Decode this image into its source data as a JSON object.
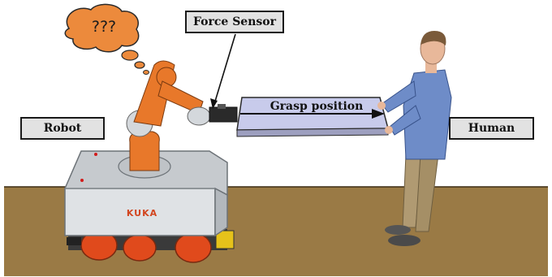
{
  "labels": {
    "robot": "Robot",
    "force_sensor": "Force Sensor",
    "human": "Human",
    "grasp_position": "Grasp position",
    "thought": "???",
    "brand": "KUKA"
  },
  "colors": {
    "floor": "#9a7a45",
    "wall": "#ffffff",
    "robot_orange": "#e8782a",
    "robot_silver": "#d4d8dc",
    "platform": "#c9cdd1",
    "wheels": "#e04a1c",
    "thought_fill": "#ec8a3c",
    "label_box": "#e2e2e2",
    "board": "#c8cbeb",
    "shirt": "#6e8cc8",
    "pants": "#b09a72",
    "skin": "#e8b89a"
  }
}
